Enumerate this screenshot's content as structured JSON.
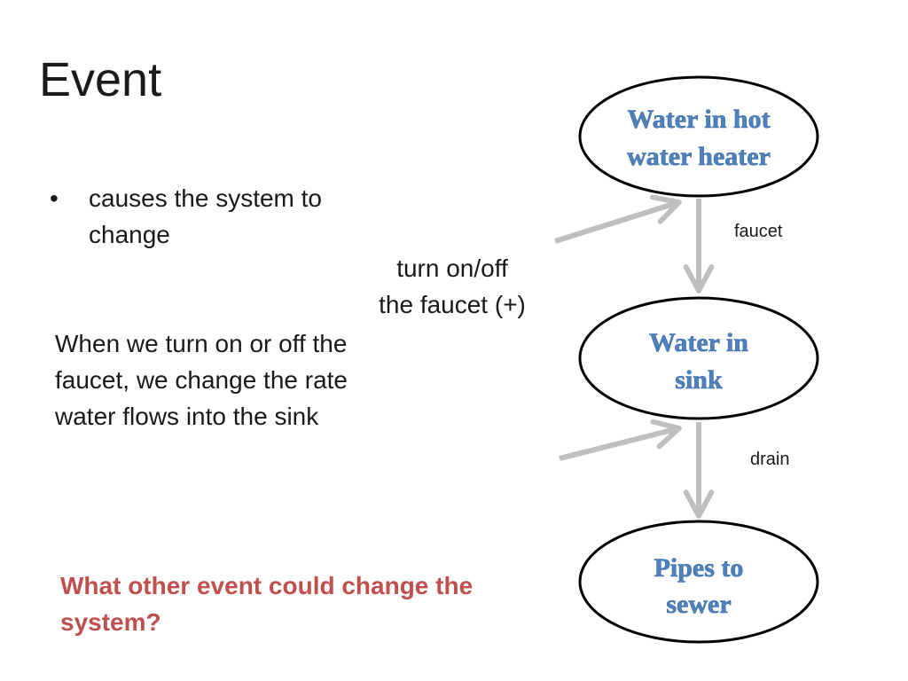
{
  "slide": {
    "title": "Event",
    "bullet": "causes the system to change",
    "bullet_marker": "•",
    "description": "When we turn on or off the faucet, we change the rate water flows into the sink",
    "event_label_line1": "turn on/off",
    "event_label_line2": "the faucet (+)",
    "question": "What other event could change the system?",
    "question_color": "#c0504d"
  },
  "diagram": {
    "nodes": [
      {
        "id": "hot-water-heater",
        "line1": "Water in hot",
        "line2": "water heater"
      },
      {
        "id": "sink",
        "line1": "Water in",
        "line2": "sink"
      },
      {
        "id": "sewer",
        "line1": "Pipes to",
        "line2": "sewer"
      }
    ],
    "flows": [
      {
        "label": "faucet"
      },
      {
        "label": "drain"
      }
    ],
    "node_text_color": "#4f81bd",
    "arrow_color": "#bfbfbf"
  }
}
